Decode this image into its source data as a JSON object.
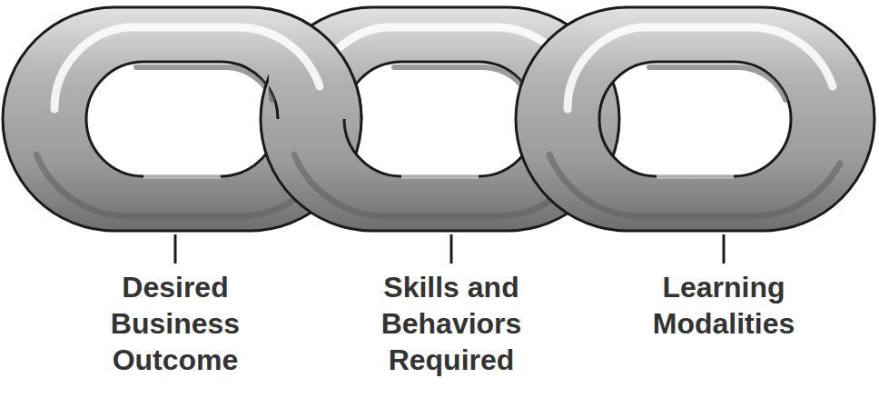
{
  "diagram": {
    "labels": [
      "Desired Business Outcome",
      "Skills and Behaviors Required",
      "Learning Modalities"
    ]
  }
}
